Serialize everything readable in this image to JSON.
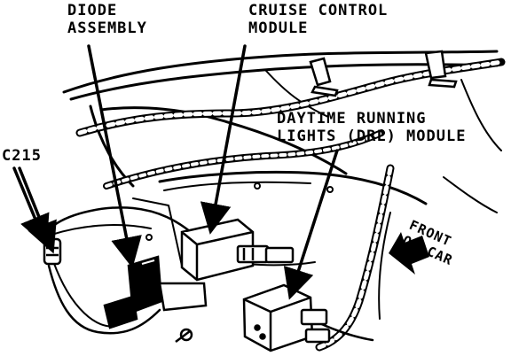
{
  "labels": {
    "diode": [
      "DIODE",
      "ASSEMBLY"
    ],
    "cruise": [
      "CRUISE CONTROL",
      "MODULE"
    ],
    "drl": [
      "DAYTIME RUNNING",
      "LIGHTS (DRL) MODULE"
    ],
    "c215": [
      "C215"
    ],
    "front": [
      "FRONT",
      "OF CAR"
    ]
  },
  "colors": {
    "ink": "#000000",
    "paper": "#ffffff"
  }
}
